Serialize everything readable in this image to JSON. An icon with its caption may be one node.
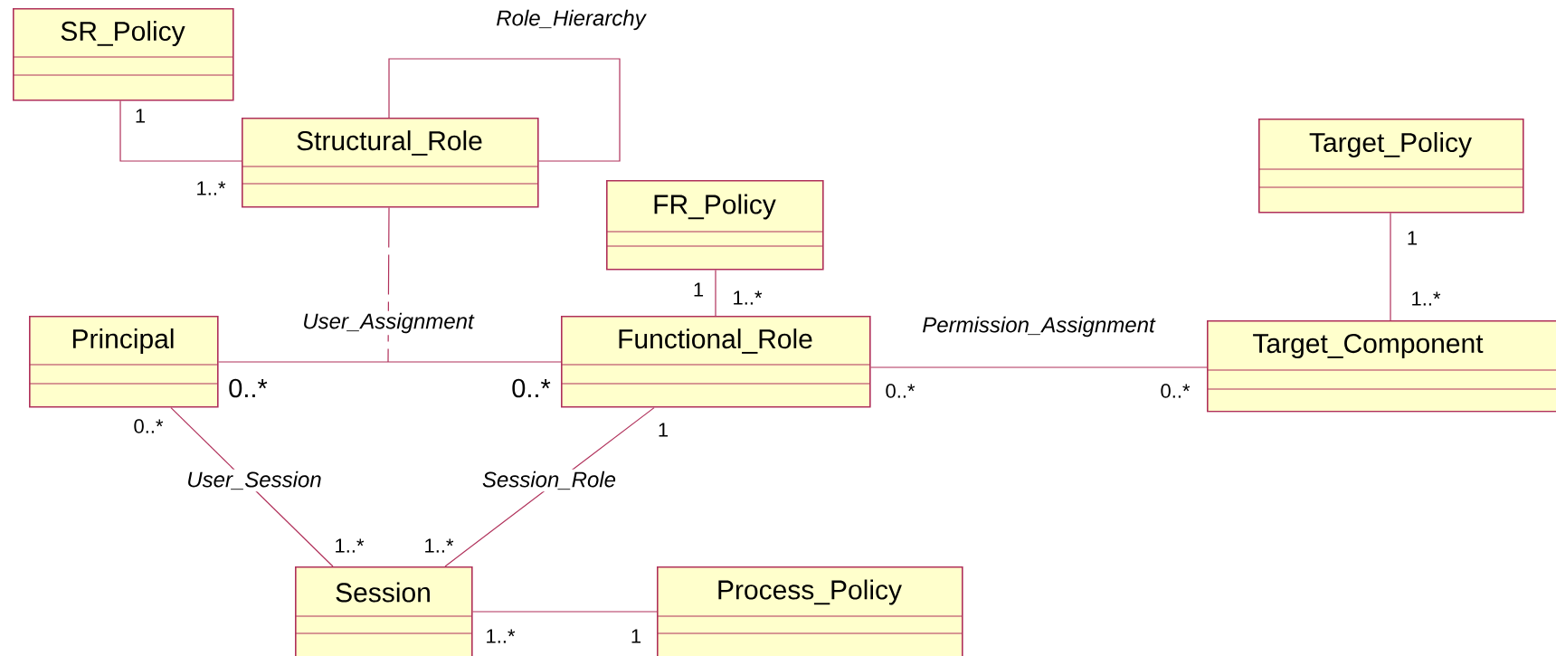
{
  "diagram": {
    "nodes": [
      {
        "text": [
          "SR_Policy"
        ]
      },
      {
        "text": [
          "Structural_Role"
        ]
      },
      {
        "text": [
          "FR_Policy"
        ]
      },
      {
        "text": [
          "Target_Policy"
        ]
      },
      {
        "text": [
          "Principal"
        ]
      },
      {
        "text": [
          "Functional_Role"
        ]
      },
      {
        "text": [
          "Target_Component"
        ]
      },
      {
        "text": [
          "Session"
        ]
      },
      {
        "text": [
          "Process_Policy"
        ]
      }
    ],
    "edges": [
      {
        "from": 0,
        "to": 1,
        "arrow": "none"
      },
      {
        "from": 1,
        "to": 1,
        "arrow": "none",
        "label": "Role_Hierarchy"
      },
      {
        "from": 1,
        "to": null,
        "arrow": "none",
        "style": "dashed"
      },
      {
        "from": 4,
        "to": 5,
        "arrow": "none",
        "label": "User_Assignment"
      },
      {
        "from": 2,
        "to": 5,
        "arrow": "none"
      },
      {
        "from": 5,
        "to": 6,
        "arrow": "none",
        "label": "Permission_Assignment"
      },
      {
        "from": 3,
        "to": 6,
        "arrow": "none"
      },
      {
        "from": 4,
        "to": 7,
        "arrow": "none",
        "label": "User_Session"
      },
      {
        "from": 5,
        "to": 7,
        "arrow": "none",
        "label": "Session_Role"
      },
      {
        "from": 7,
        "to": 8,
        "arrow": "none"
      }
    ],
    "labels": [
      "1",
      "1..*",
      "1",
      "1..*",
      "1",
      "1..*",
      "0..*",
      "0..*",
      "0..*",
      "0..*",
      "0..*",
      "1",
      "1..*",
      "1..*",
      "1..*",
      "1"
    ]
  }
}
